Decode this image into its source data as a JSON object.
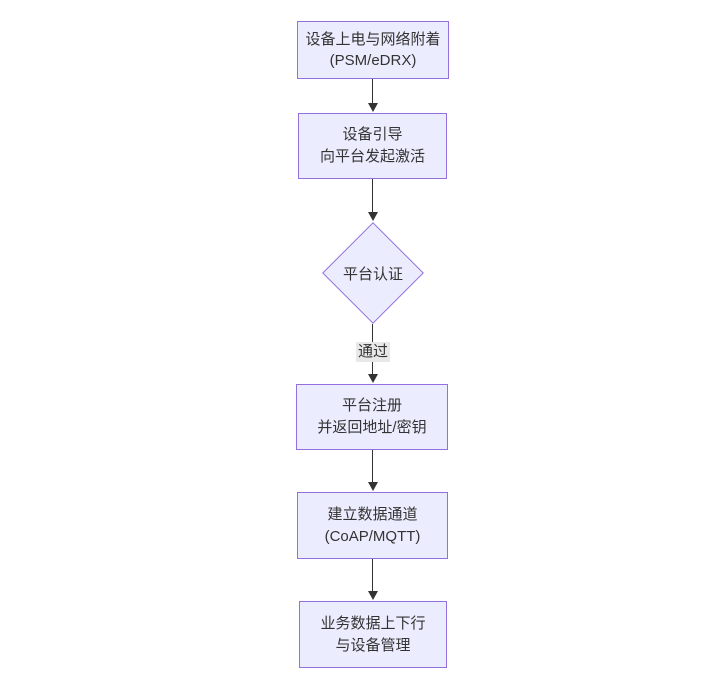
{
  "diagram": {
    "type": "flowchart",
    "direction": "top-down",
    "colors": {
      "background": "#ffffff",
      "node_fill": "#ECECFF",
      "node_border": "#9370DB",
      "text": "#333333",
      "arrow": "#333333",
      "edge_label_bg": "#e8e8e8"
    },
    "nodes": [
      {
        "id": "power-on",
        "shape": "rect",
        "lines": [
          "设备上电与网络附着",
          "(PSM/eDRX)"
        ]
      },
      {
        "id": "bootstrap",
        "shape": "rect",
        "lines": [
          "设备引导",
          "向平台发起激活"
        ]
      },
      {
        "id": "auth",
        "shape": "diamond",
        "lines": [
          "平台认证"
        ]
      },
      {
        "id": "register",
        "shape": "rect",
        "lines": [
          "平台注册",
          "并返回地址/密钥"
        ]
      },
      {
        "id": "channel",
        "shape": "rect",
        "lines": [
          "建立数据通道",
          "(CoAP/MQTT)"
        ]
      },
      {
        "id": "business",
        "shape": "rect",
        "lines": [
          "业务数据上下行",
          "与设备管理"
        ]
      }
    ],
    "edges": [
      {
        "from": "power-on",
        "to": "bootstrap",
        "label": ""
      },
      {
        "from": "bootstrap",
        "to": "auth",
        "label": ""
      },
      {
        "from": "auth",
        "to": "register",
        "label": "通过"
      },
      {
        "from": "register",
        "to": "channel",
        "label": ""
      },
      {
        "from": "channel",
        "to": "business",
        "label": ""
      }
    ]
  }
}
